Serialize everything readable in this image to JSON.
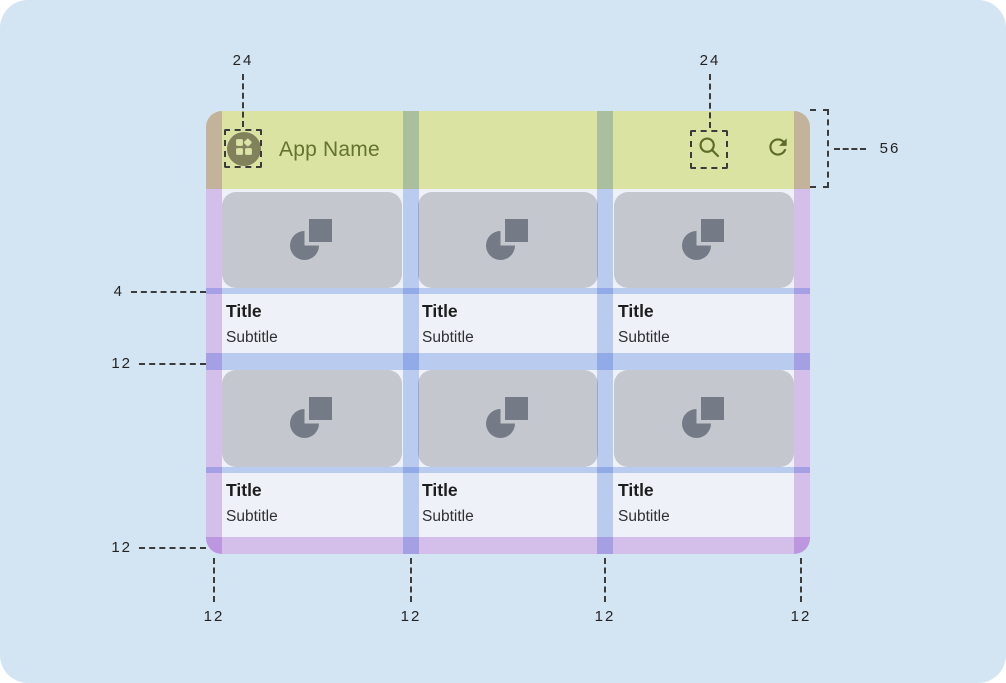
{
  "app": {
    "name": "App Name"
  },
  "cards": [
    {
      "title": "Title",
      "subtitle": "Subtitle"
    },
    {
      "title": "Title",
      "subtitle": "Subtitle"
    },
    {
      "title": "Title",
      "subtitle": "Subtitle"
    },
    {
      "title": "Title",
      "subtitle": "Subtitle"
    },
    {
      "title": "Title",
      "subtitle": "Subtitle"
    },
    {
      "title": "Title",
      "subtitle": "Subtitle"
    }
  ],
  "annotations": {
    "top_left_icon_size": "24",
    "top_right_icon_size": "24",
    "appbar_height": "56",
    "image_text_gap": "4",
    "row_gap": "12",
    "bottom_margin": "12",
    "col_left_margin": "12",
    "col_gutter_1": "12",
    "col_gutter_2": "12",
    "col_right_margin": "12"
  },
  "icons": {
    "leading": "widgets-icon",
    "actions": [
      "search-icon",
      "refresh-icon"
    ],
    "card_placeholder": "image-placeholder-icon"
  },
  "colors": {
    "canvas_bg": "#d3e4f2",
    "appbar_bg": "#dae3a2",
    "appbar_fg": "#64732e",
    "avatar_bg": "#81815c",
    "surface_bg": "#eef1f7",
    "image_bg": "#c4c8ce",
    "image_icon": "#747b86",
    "overlay_purple": "#e3c9f2",
    "overlay_blue": "#c7d7f8",
    "title_fg": "#1d1d1d",
    "annotation_fg": "#232323"
  }
}
